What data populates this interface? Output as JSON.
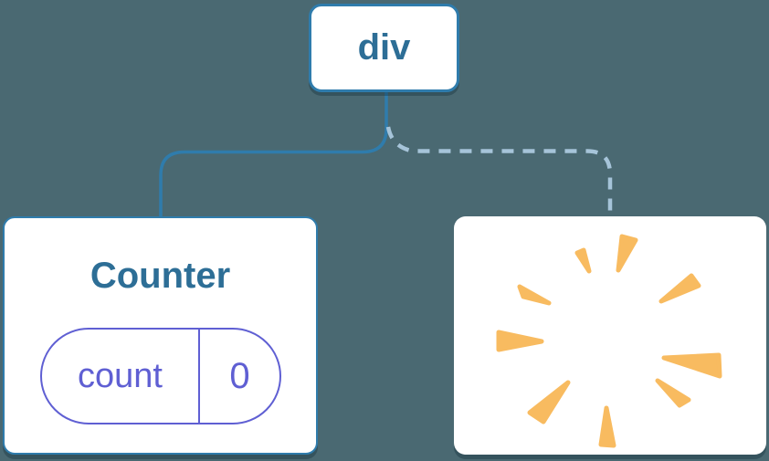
{
  "diagram": {
    "root_node": {
      "label": "div"
    },
    "left_card": {
      "title": "Counter",
      "state_pill": {
        "key": "count",
        "value": "0"
      },
      "link_style": "solid"
    },
    "right_card": {
      "icon": "poof-starburst",
      "link_style": "dashed"
    }
  },
  "colors": {
    "background": "#4A6972",
    "card_bg": "#FFFFFF",
    "accent_blue": "#2F7CAC",
    "text_blue": "#2D6E96",
    "dashed_blue": "#A6C4D9",
    "accent_purple": "#5F5FD3",
    "poof_orange": "#F8BB60"
  }
}
